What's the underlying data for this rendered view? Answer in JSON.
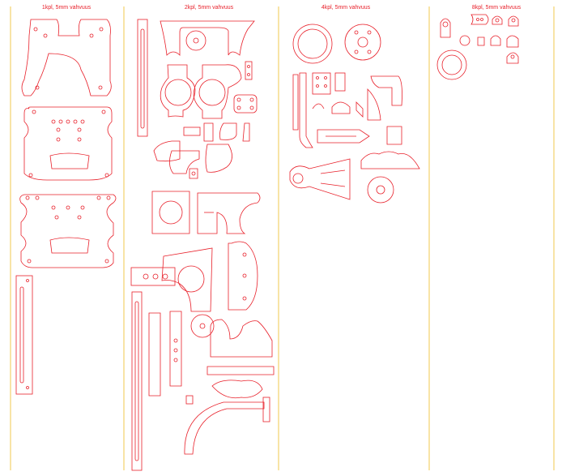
{
  "columns": [
    {
      "title": "1kpl, 5mm vahvuus"
    },
    {
      "title": "2kpl, 5mm vahvuus"
    },
    {
      "title": "4kpl, 5mm vahvuus"
    },
    {
      "title": "8kpl, 5mm vahvuus"
    }
  ],
  "colors": {
    "cut_line": "#e8202a",
    "divider": "#f2d36b"
  }
}
